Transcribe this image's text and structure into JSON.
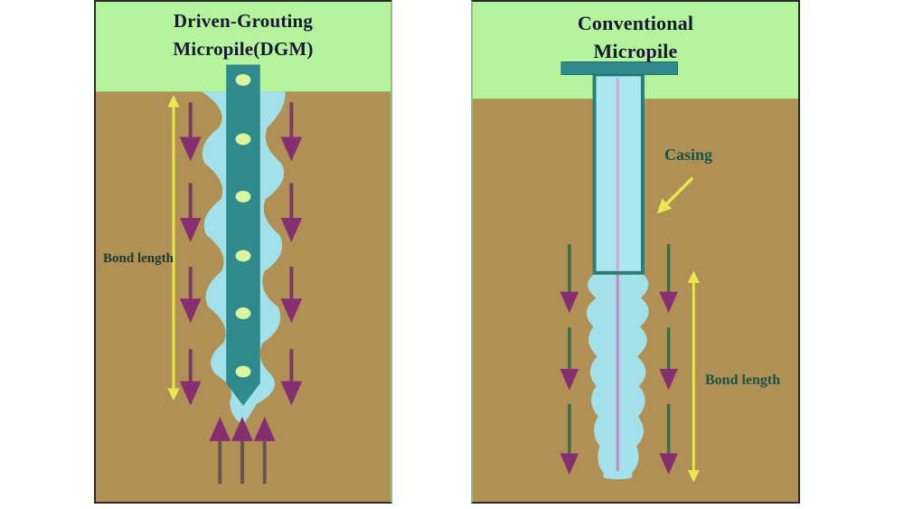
{
  "diagram": {
    "left_panel": {
      "title_line1": "Driven-Grouting",
      "title_line2": "Micropile(DGM)",
      "bond_length_label": "Bond length",
      "features": "steel pile with grout holes, wavy grout column, downward skin-friction arrows, upward end-bearing arrows, yellow bond-length extent arrow"
    },
    "right_panel": {
      "title_line1": "Conventional",
      "title_line2": "Micropile",
      "casing_label": "Casing",
      "bond_length_label": "Bond length",
      "features": "pile cap, cased upper shaft with central rebar, wavy grout bulb below casing, downward skin-friction arrows, yellow bond-length extent arrow"
    }
  },
  "colors": {
    "background": "#ffffff",
    "sky_green": "#b3f49c",
    "soil_brown": "#b19055",
    "pile_teal": "#2e8a8c",
    "grout_cyan": "#a2e1ea",
    "hole_green": "#d9f69e",
    "arrow_purple_head": "#852f70",
    "arrow_shaft_purple": "#7b3a66",
    "arrow_shaft_updark": "#6d5152",
    "arrow_shaft_green": "#3f6a46",
    "arrow_yellow": "#e9e74e",
    "rebar_pink": "#c288c8",
    "casing_border": "#2a7f72",
    "title_text": "#181830",
    "label_text": "#175544",
    "panel_border": "#2a2a2a"
  }
}
